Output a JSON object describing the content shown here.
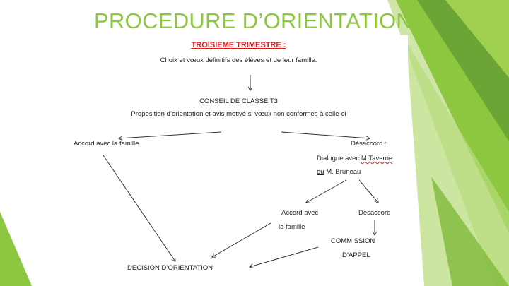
{
  "slide": {
    "title": "PROCEDURE D’ORIENTATION",
    "colors": {
      "accent": "#8dc63f",
      "dark_green": "#5a8a2a",
      "heading_red": "#d62020"
    }
  },
  "diagram": {
    "heading": "TROISIEME TRIMESTRE :",
    "step1": "Choix et vœux définitifs des élèves et de leur famille.",
    "step2_title": "CONSEIL DE CLASSE T3",
    "step2_text": "Proposition d’orientation et avis motivé si vœux non conformes à celle-ci",
    "accord_famille": "Accord avec la famille",
    "desaccord": "Désaccord :",
    "dialogue_prefix": "Dialogue avec ",
    "dialogue_name": "M.Taverne",
    "ou": "ou",
    "second_name": " M. Bruneau",
    "accord_avec": "Accord avec",
    "la": "la",
    "famille": " famille",
    "desaccord2": "Désaccord",
    "commission": "COMMISSION",
    "appel": "D’APPEL",
    "decision": "DECISION D’ORIENTATION"
  }
}
